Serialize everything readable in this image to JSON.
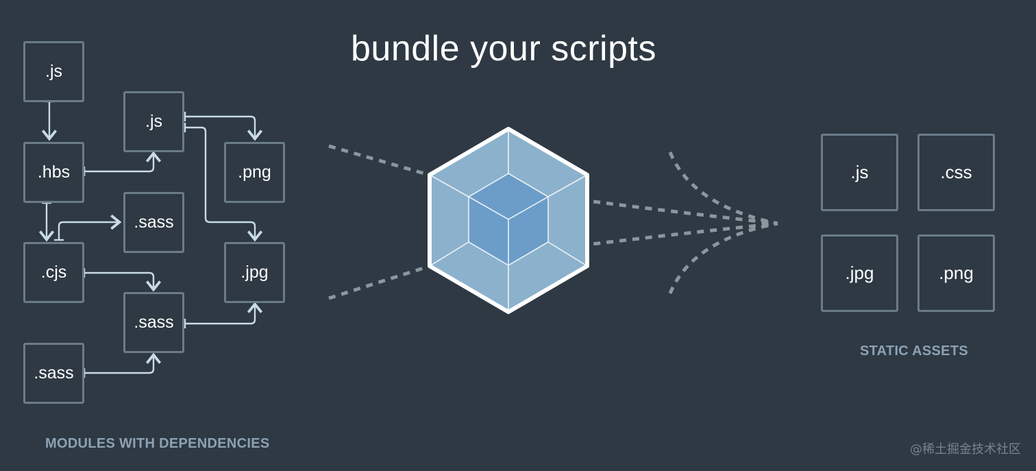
{
  "title": "bundle your scripts",
  "modules": {
    "caption": "MODULES WITH DEPENDENCIES",
    "items": [
      ".js",
      ".hbs",
      ".cjs",
      ".sass",
      ".js",
      ".sass",
      ".sass",
      ".png",
      ".jpg"
    ]
  },
  "assets": {
    "caption": "STATIC ASSETS",
    "items": [
      ".js",
      ".css",
      ".jpg",
      ".png"
    ]
  },
  "watermark": "@稀土掘金技术社区",
  "colors": {
    "background": "#2e3943",
    "box_border": "#6b7c88",
    "connector": "#c9dbe6",
    "dotted_line": "#8a979f",
    "cube_outer": "#8cb1cc",
    "cube_inner": "#6b9dc8",
    "caption": "#8da2b4"
  },
  "icons": [
    "webpack-cube-icon"
  ]
}
